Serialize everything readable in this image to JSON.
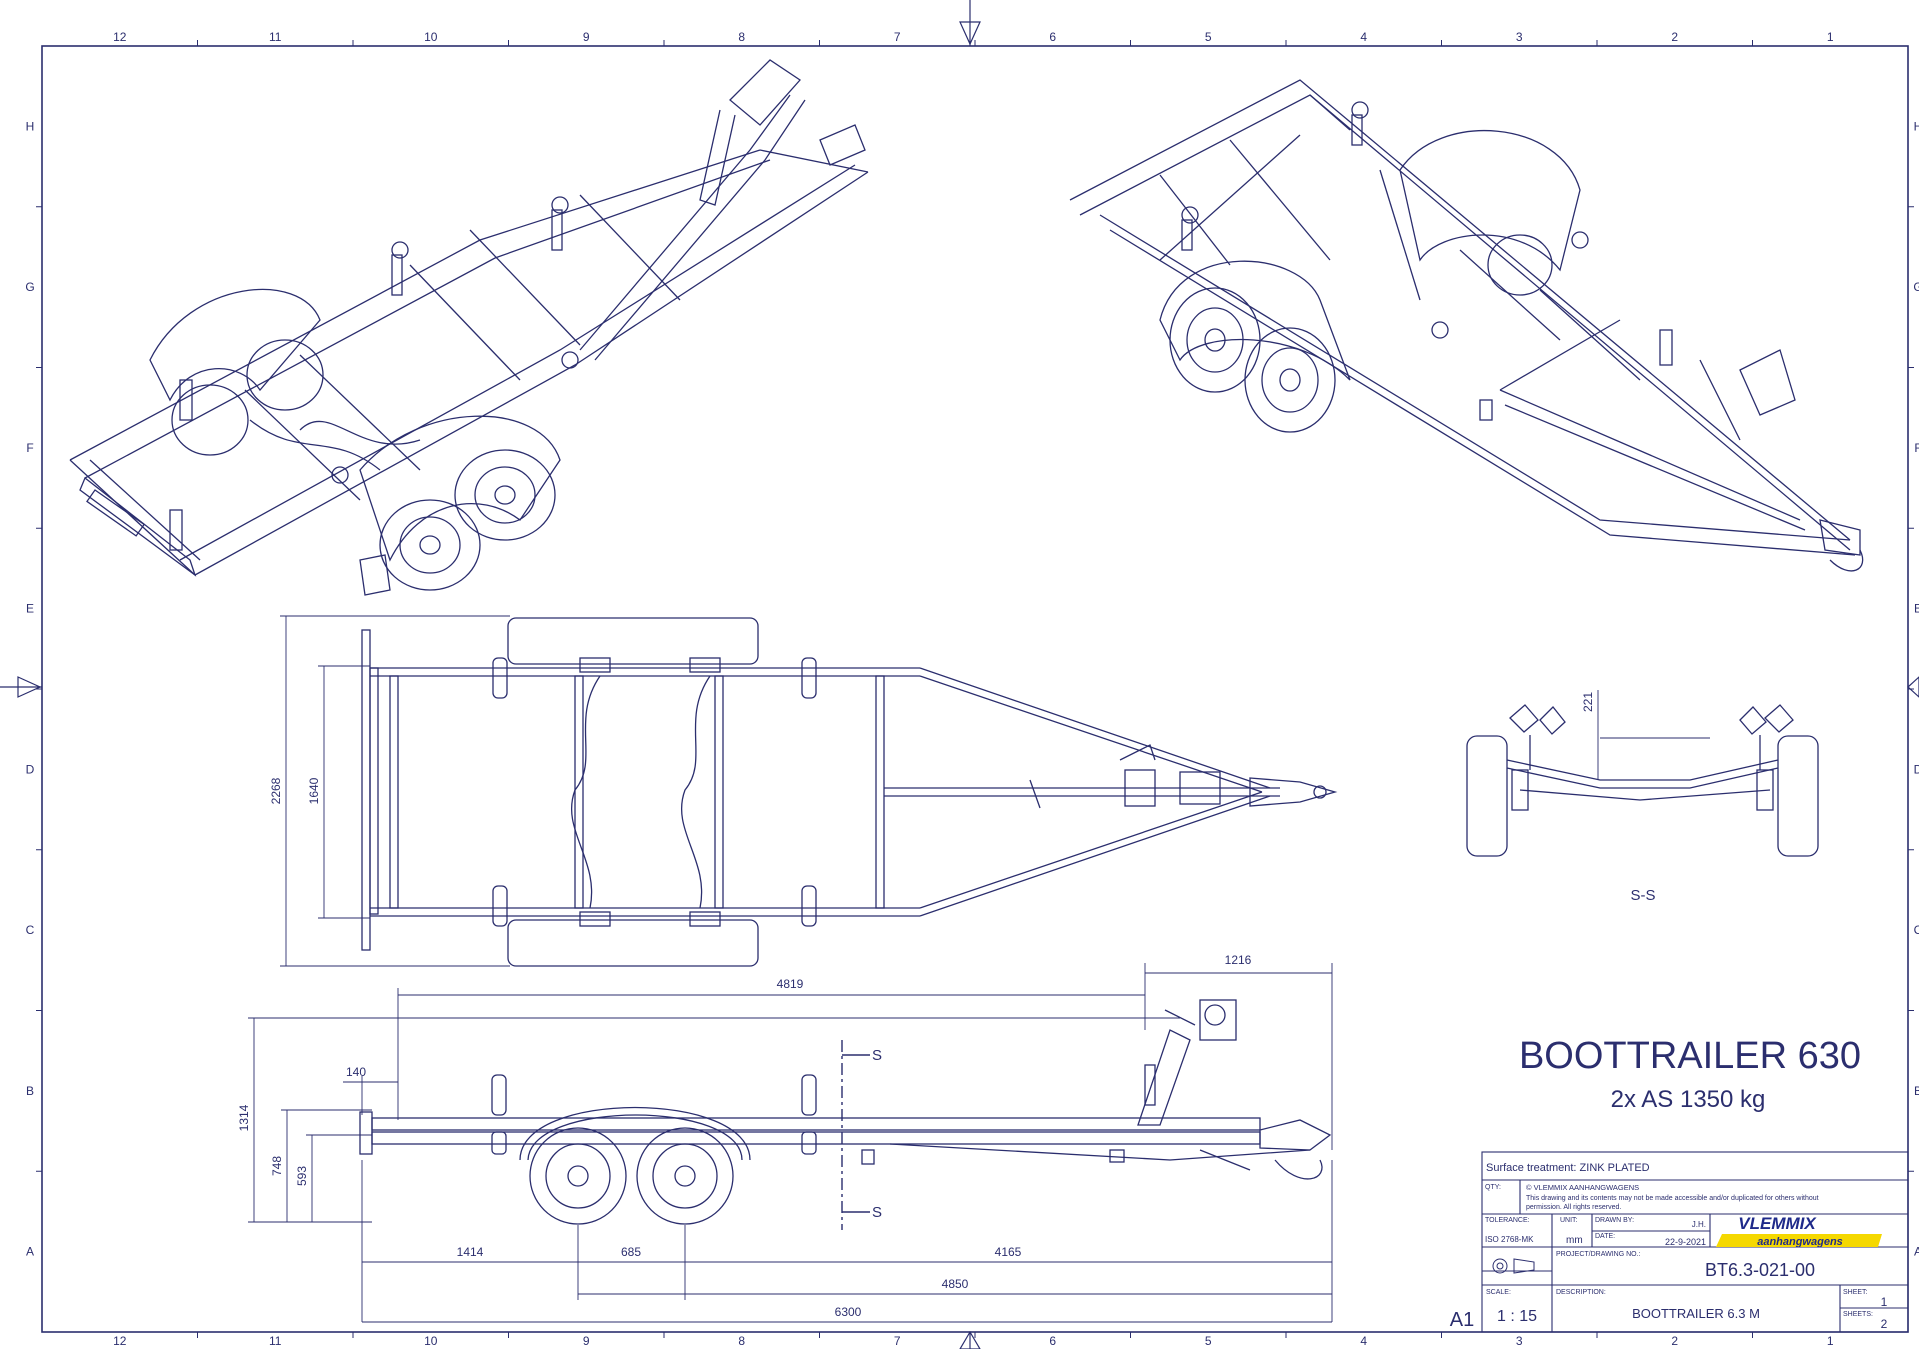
{
  "sheet": {
    "col_labels": [
      "12",
      "11",
      "10",
      "9",
      "8",
      "7",
      "6",
      "5",
      "4",
      "3",
      "2",
      "1"
    ],
    "row_labels": [
      "H",
      "G",
      "F",
      "E",
      "D",
      "C",
      "B",
      "A"
    ],
    "format": "A1"
  },
  "colors": {
    "ink": "#2b2e6e",
    "brand_yellow": "#f5d800",
    "brand_blue": "#1f2a8a"
  },
  "views": {
    "iso_left": {
      "name": "trailer-isometric-rear"
    },
    "iso_right": {
      "name": "trailer-isometric-front"
    },
    "top": {
      "name": "trailer-top-view"
    },
    "side": {
      "name": "trailer-side-view"
    },
    "section": {
      "name": "section-view",
      "label": "S-S"
    }
  },
  "dimensions": {
    "top": {
      "overall_width": "2268",
      "frame_width": "1640"
    },
    "section": {
      "support_height": "221"
    },
    "side": {
      "drawbar_length": "1216",
      "roller_to_coupler": "4819",
      "rear_overhang": "140",
      "height": "1314",
      "frame_height": "748",
      "frame_lower": "593",
      "rear_to_axle": "1414",
      "axle_spacing": "685",
      "axle_to_coupler": "4165",
      "axle1_to_end": "4850",
      "overall_length": "6300"
    },
    "section_marker": "S"
  },
  "title": {
    "product": "BOOTTRAILER 630",
    "axle_spec": "2x AS 1350 kg"
  },
  "title_block": {
    "surface_treatment": "Surface treatment:  ZINK PLATED",
    "qty_label": "QTY:",
    "copyright_title": "© VLEMMIX AANHANGWAGENS",
    "copyright_text_1": "This drawing and its contents may not be made accessible and/or duplicated for others without",
    "copyright_text_2": "permission. All rights reserved.",
    "tolerance_label": "TOLERANCE:",
    "tolerance_value": "ISO 2768-MK",
    "unit_label": "UNIT:",
    "unit_value": "mm",
    "drawn_by_label": "DRAWN BY:",
    "drawn_by_value": "J.H.",
    "date_label": "DATE:",
    "date_value": "22-9-2021",
    "project_label": "PROJECT/DRAWING NO.:",
    "project_value": "BT6.3-021-00",
    "scale_label": "SCALE:",
    "scale_value": "1 : 15",
    "description_label": "DESCRIPTION:",
    "description_value": "BOOTTRAILER 6.3 M",
    "sheet_label": "SHEET:",
    "sheet_value": "1",
    "sheets_label": "SHEETS:",
    "sheets_value": "2",
    "logo_top": "VLEMMIX",
    "logo_bottom": "aanhangwagens"
  }
}
